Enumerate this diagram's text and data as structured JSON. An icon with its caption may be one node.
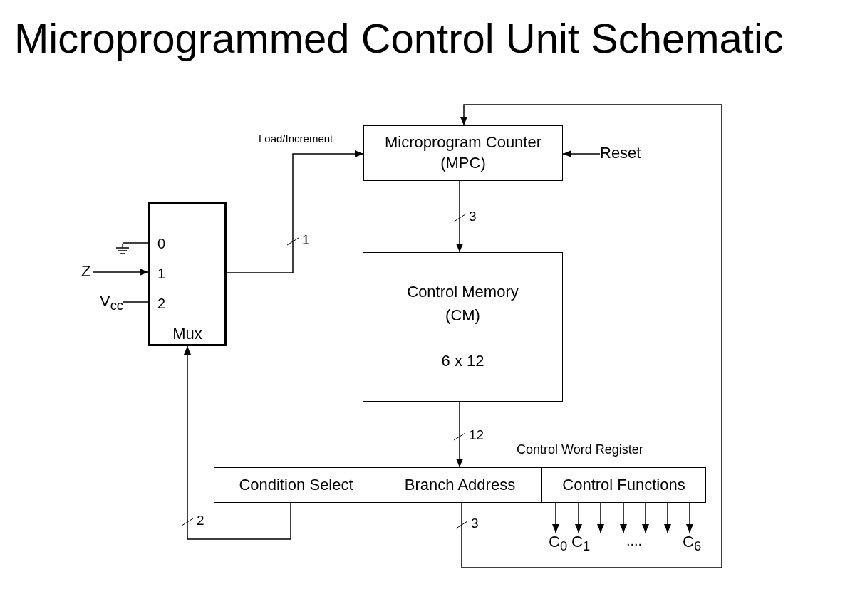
{
  "diagram": {
    "title": "Microprogrammed Control Unit Schematic",
    "nodes": [
      {
        "text": [
          "Microprogram Counter (MPC)"
        ]
      },
      {
        "text": [
          "Reset"
        ]
      },
      {
        "text": [
          "Control Memory (CM)",
          "6 x 12"
        ]
      },
      {
        "text": [
          "0",
          "1",
          "2",
          "Mux"
        ]
      },
      {
        "text": [
          "Z"
        ]
      },
      {
        "text": [],
        "shape": "ground"
      },
      {
        "text": [
          "V$_{cc}$"
        ]
      },
      {
        "text": [
          "Control Word Register"
        ]
      },
      {
        "text": [
          "Condition Select"
        ],
        "in": 7
      },
      {
        "text": [
          "Branch Address"
        ],
        "in": 7
      },
      {
        "text": [
          "Control Functions"
        ],
        "in": 7
      },
      {
        "text": [
          "C$_{0}$"
        ]
      },
      {
        "text": [
          "C$_{1}$"
        ]
      },
      {
        "text": [
          "...."
        ]
      },
      {
        "text": [
          "C$_{6}$"
        ]
      }
    ],
    "edges": [
      {
        "from": 3,
        "to": 0,
        "arrow": "to",
        "label": "1"
      },
      {
        "from": 1,
        "to": 0,
        "arrow": "to"
      },
      {
        "from": 0,
        "to": 2,
        "arrow": "to",
        "label": "3"
      },
      {
        "from": 2,
        "to": 9,
        "arrow": "to",
        "label": "12"
      },
      {
        "from": 8,
        "to": 3,
        "arrow": "to",
        "label": "2"
      },
      {
        "from": 9,
        "to": 0,
        "arrow": "to",
        "label": "3"
      },
      {
        "from": 4,
        "to": 3,
        "arrow": "to"
      },
      {
        "from": 5,
        "to": 3,
        "arrow": "none"
      },
      {
        "from": 6,
        "to": 3,
        "arrow": "none"
      },
      {
        "from": 10,
        "to": 11,
        "arrow": "to"
      },
      {
        "from": 10,
        "to": 12,
        "arrow": "to"
      },
      {
        "from": 10,
        "to": 13,
        "arrow": "to"
      },
      {
        "from": 10,
        "to": 13,
        "arrow": "to"
      },
      {
        "from": 10,
        "to": 13,
        "arrow": "to"
      },
      {
        "from": 10,
        "to": 13,
        "arrow": "to"
      },
      {
        "from": 10,
        "to": 14,
        "arrow": "to"
      }
    ],
    "labels": [
      "Load/Increment"
    ]
  }
}
